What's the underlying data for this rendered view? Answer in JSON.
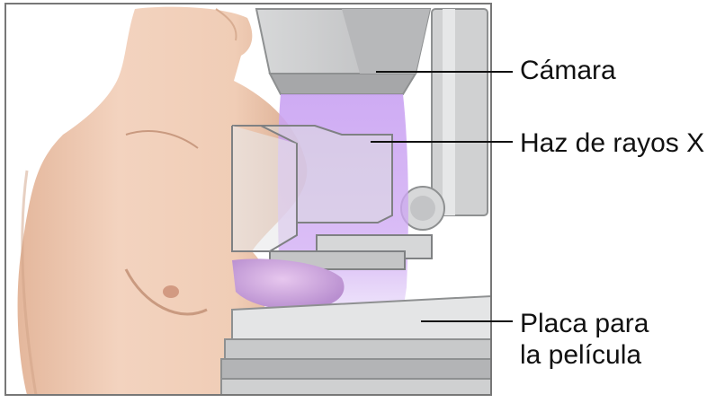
{
  "labels": {
    "camera": "Cámara",
    "xray_beam": "Haz de rayos X",
    "film_plate_line1": "Placa para",
    "film_plate_line2": "la película"
  },
  "colors": {
    "skin": "#f2d2bd",
    "skin_shadow": "#dcae94",
    "machine_gray": "#c9cacb",
    "machine_dark": "#8e9091",
    "beam_purple": "#c9a2f2",
    "compressed_tissue": "#c79bd8",
    "leader_line": "#111111"
  }
}
